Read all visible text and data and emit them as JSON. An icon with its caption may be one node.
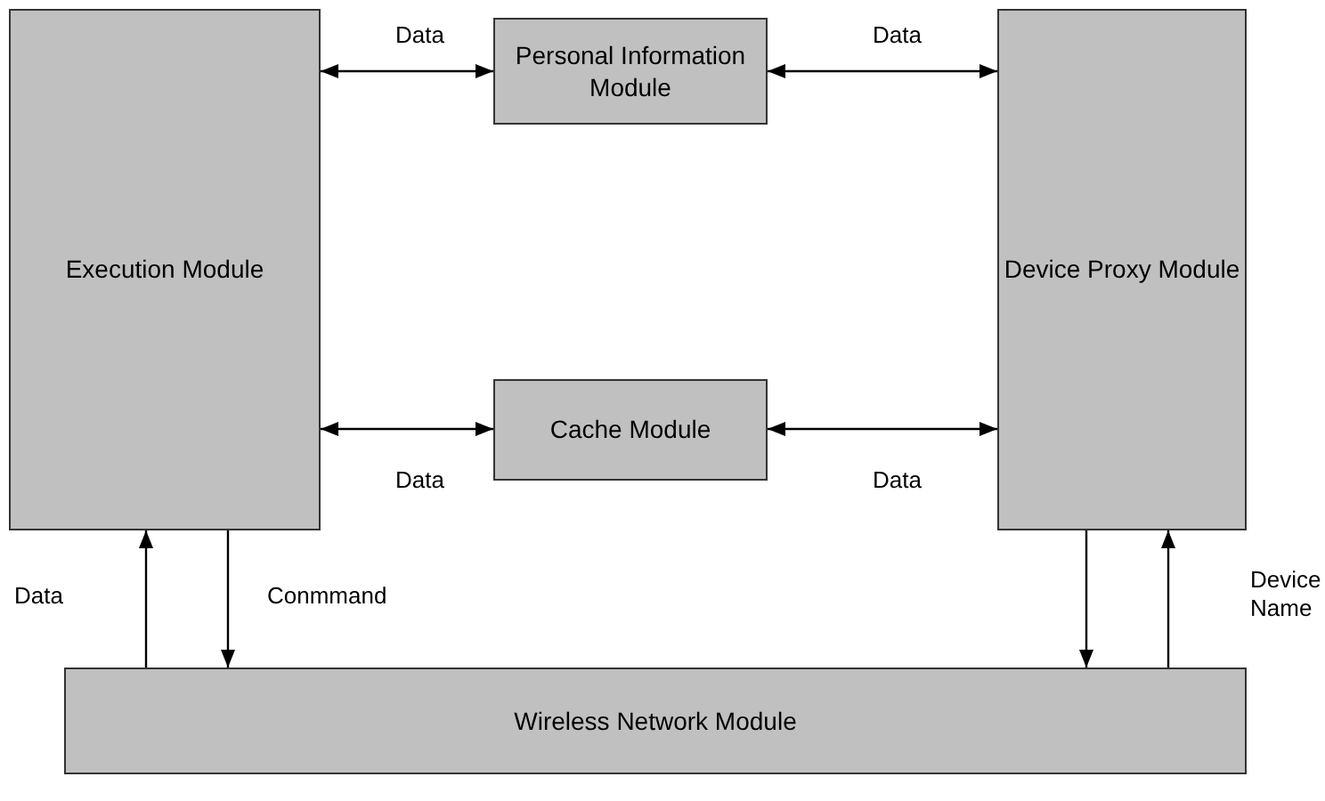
{
  "diagram": {
    "nodes": [
      {
        "text": [
          "Execution Module"
        ]
      },
      {
        "text": [
          "Personal Information Module"
        ]
      },
      {
        "text": [
          "Device Proxy Module"
        ]
      },
      {
        "text": [
          "Cache Module"
        ]
      },
      {
        "text": [
          "Wireless Network Module"
        ]
      }
    ],
    "edges": [
      {
        "from": 0,
        "to": 1,
        "arrow": "both",
        "label": "Data"
      },
      {
        "from": 1,
        "to": 2,
        "arrow": "both",
        "label": "Data"
      },
      {
        "from": 0,
        "to": 3,
        "arrow": "both",
        "label": "Data"
      },
      {
        "from": 3,
        "to": 2,
        "arrow": "both",
        "label": "Data"
      },
      {
        "from": 4,
        "to": 0,
        "arrow": "to",
        "label": "Data"
      },
      {
        "from": 0,
        "to": 4,
        "arrow": "to",
        "label": "Conmmand"
      },
      {
        "from": 2,
        "to": 4,
        "arrow": "to"
      },
      {
        "from": 4,
        "to": 2,
        "arrow": "to",
        "label": "Device Name"
      }
    ]
  }
}
